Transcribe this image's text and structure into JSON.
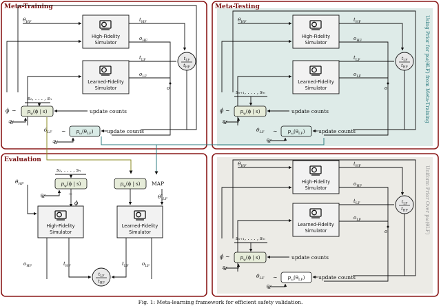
{
  "sections": {
    "meta_training": "Meta-Training",
    "meta_testing": "Meta-Testing",
    "evaluation": "Evaluation"
  },
  "simulators": {
    "high_fidelity": [
      "High-Fidelity",
      "Simulator"
    ],
    "learned_fidelity": [
      "Learned-Fidelity",
      "Simulator"
    ]
  },
  "symbols": {
    "theta_hf": "θ",
    "theta_hf_sub": "HF",
    "theta_lf": "θ",
    "theta_lf_sub": "LF",
    "theta_lf_star_sub": "LF",
    "t_hf": "t",
    "t_hf_sub": "HF",
    "t_lf": "t",
    "t_lf_sub": "LF",
    "o_hf": "o",
    "o_hf_sub": "HF",
    "o_lf": "o",
    "o_lf_sub": "LF",
    "o": "o",
    "phi": "ϕ",
    "U": "𝒰",
    "sim": "∼",
    "map": "MAP",
    "update_counts": "update counts",
    "s_train": "s₁, . . . , sₙ",
    "s_test": "sₙ₊₁, . . . , sₘ",
    "s_eval": "s₁, . . . , sₙ"
  },
  "priors": {
    "p_phi": "p",
    "p_phi_sub": "ψ",
    "p_phi_arg": "(ϕ | s)",
    "p_omega": "p",
    "p_omega_sub": "ω",
    "p_omega_arg": "(θ",
    "p_omega_arg_sub": "LF",
    "p_omega_arg_end": ")"
  },
  "side_labels": {
    "using_prior": "Using Prior for pω(θLF) from Meta-Training",
    "uniform_prior": "Uniform Prior Over pω(θLF)"
  },
  "caption": "Fig. 1: Meta-learning framework for efficient safety validation.",
  "colors": {
    "frame_border": "#8b1a1a",
    "meta_testing_bg": "#deebe8",
    "uniform_bg": "#ecebe6",
    "prior_phi_fill": "#e6ecd9",
    "prior_omega_fill": "#d9ebe6",
    "teal_line": "#2e7d80",
    "olive_line": "#8a8a22"
  }
}
